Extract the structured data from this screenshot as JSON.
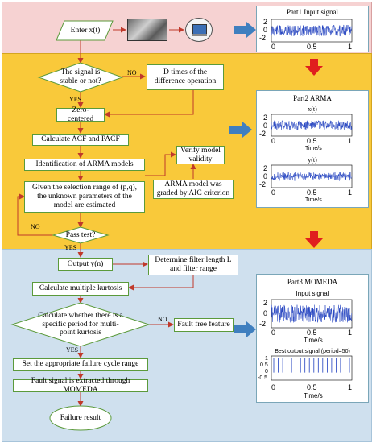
{
  "colors": {
    "band1": "#f6d2d2",
    "band2": "#f9c93a",
    "band3": "#cfe0ee",
    "box_border": "#5b9a3b",
    "flow_arrow": "#c0392b",
    "signal": "#1f3fbf",
    "blue_arrow": "#3f7fbf",
    "red_arrow": "#e01e1e"
  },
  "part1": {
    "input_label": "Enter x(t)",
    "panel_title": "Part1 Input signal",
    "yticks": [
      "2",
      "0",
      "-2"
    ],
    "xticks": [
      "0",
      "0.5",
      "1"
    ]
  },
  "part2": {
    "stable_decision": "The signal is stable or not?",
    "no_label_1": "NO",
    "yes_label_1": "YES",
    "difference_box": "D times of the difference operation",
    "zero_centered": "Zero-centered",
    "acf_pacf": "Calculate ACF and PACF",
    "identification": "Identification of ARMA models",
    "estimation": "Given the selection range of (p,q), the unknown parameters of the model are estimated",
    "verify": "Verify model validity",
    "aic": "ARMA model was graded by AIC criterion",
    "pass_test": "Pass test?",
    "no_label_2": "NO",
    "yes_label_2": "YES",
    "panel_title": "Part2 ARMA",
    "sub1_title": "x(t)",
    "sub2_title": "y(t)",
    "time_label": "Time/s",
    "yticks": [
      "2",
      "0",
      "-2"
    ],
    "xticks": [
      "0",
      "0.5",
      "1"
    ]
  },
  "part3": {
    "output": "Output y(n)",
    "filter": "Determine filter length L and filter range",
    "kurtosis": "Calculate multiple kurtosis",
    "period_decision": "Calculate whether there is a specific period for multi-point kurtosis",
    "no_label": "NO",
    "yes_label": "YES",
    "fault_free": "Fault free feature",
    "cycle_range": "Set the appropriate failure cycle range",
    "extract": "Fault signal is extracted through MOMEDA",
    "result": "Failure result",
    "panel_title": "Part3 MOMEDA",
    "sub1_title": "Input signal",
    "sub2_title": "Best output signal (period=50)",
    "time_label": "Time/s",
    "yticks1": [
      "2",
      "0",
      "-2"
    ],
    "yticks2": [
      "1",
      "0.5",
      "0",
      "-0.5"
    ],
    "xticks": [
      "0",
      "0.5",
      "1"
    ]
  }
}
